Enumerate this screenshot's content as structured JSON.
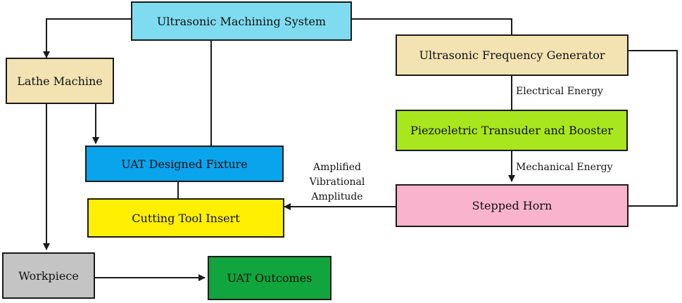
{
  "nodes": {
    "system": {
      "label": "Ultrasonic Machining System",
      "color": "#7fdcf0"
    },
    "generator": {
      "label": "Ultrasonic Frequency Generator",
      "color": "#f3e3b3"
    },
    "lathe": {
      "label": "Lathe Machine",
      "color": "#f3e3b3"
    },
    "transducer": {
      "label": "Piezoeletric Transuder and Booster",
      "color": "#a8e61d"
    },
    "fixture": {
      "label": "UAT Designed Fixture",
      "color": "#0aa4ec"
    },
    "horn": {
      "label": "Stepped Horn",
      "color": "#f9b3cc"
    },
    "insert": {
      "label": "Cutting Tool Insert",
      "color": "#ffef00"
    },
    "workpiece": {
      "label": "Workpiece",
      "color": "#c4c4c4"
    },
    "outcomes": {
      "label": "UAT Outcomes",
      "color": "#10a53d"
    }
  },
  "edge_labels": {
    "electrical": "Electrical Energy",
    "mechanical": "Mechanical Energy",
    "amplitude_lines": [
      "Amplified",
      "Vibrational",
      "Amplitude"
    ]
  }
}
